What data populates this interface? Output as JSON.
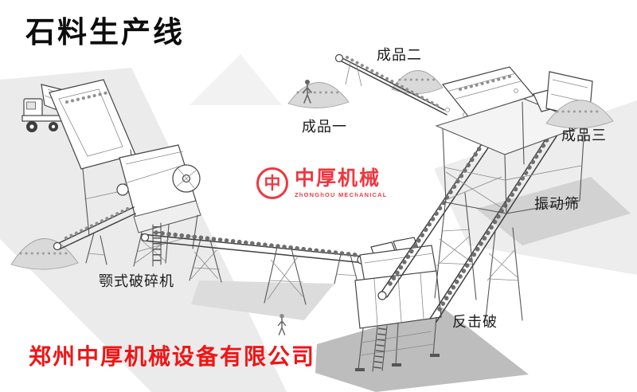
{
  "page": {
    "title": "石料生产线"
  },
  "labels": {
    "product1": "成品一",
    "product2": "成品二",
    "product3": "成品三",
    "vibrating_screen": "振动筛",
    "jaw_crusher": "颚式破碎机",
    "impact_crusher": "反击破"
  },
  "watermark": {
    "logo_glyph": "中",
    "brand": "中厚机械",
    "brand_en": "ZhONGhOU MEChANICAL"
  },
  "footer": {
    "company": "郑州中厚机械设备有限公司"
  },
  "colors": {
    "accent_red": "#ed1c24",
    "footer_red": "#f01515",
    "line_ink": "#444444",
    "pile_gray": "#d9d9d9",
    "shadow_gray": "#bdbdbd"
  }
}
